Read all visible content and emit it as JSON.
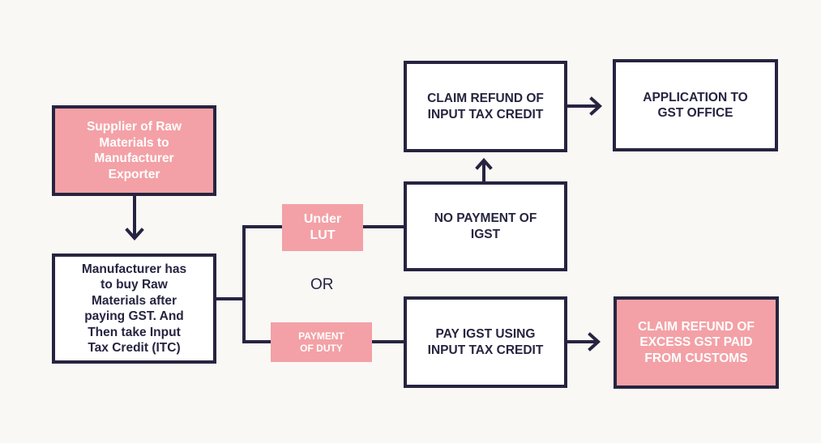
{
  "colors": {
    "ink": "#262440",
    "accent_pink": "#f3a1a6",
    "background": "#f9f8f5",
    "box_fill": "#ffffff"
  },
  "nodes": {
    "supplier": "Supplier of Raw\nMaterials to\nManufacturer\nExporter",
    "manufacturer": "Manufacturer has\nto buy Raw\nMaterials after\npaying GST. And\nThen take Input\nTax Credit (ITC)",
    "no_payment": "NO PAYMENT OF\nIGST",
    "pay_igst": "PAY IGST USING\nINPUT TAX CREDIT",
    "claim_itc": "CLAIM REFUND OF\nINPUT TAX CREDIT",
    "application": "APPLICATION TO\nGST OFFICE",
    "claim_excess": "CLAIM REFUND OF\nEXCESS GST PAID\nFROM CUSTOMS"
  },
  "branches": {
    "under_lut": "Under\nLUT",
    "payment_of_duty": "PAYMENT\nOF DUTY",
    "or_label": "OR"
  }
}
